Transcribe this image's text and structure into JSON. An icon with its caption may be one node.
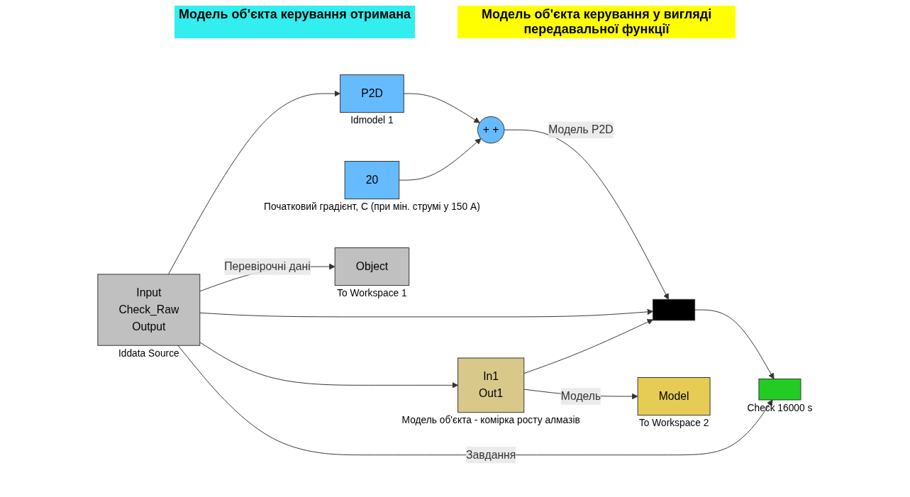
{
  "diagram": {
    "nodes": [
      {
        "text": [
          "Input",
          "Check_Raw",
          "Output"
        ],
        "beside": [
          "Iddata Source"
        ]
      },
      {
        "text": [
          "P2D"
        ],
        "beside": [
          "Idmodel 1"
        ]
      },
      {
        "text": [
          "20"
        ],
        "beside": [
          "Початковий градієнт, С (при мін. струмі у 150 А)"
        ]
      },
      {
        "text": [
          "+ +"
        ]
      },
      {
        "text": [],
        "shape": "bar"
      },
      {
        "text": [],
        "shape": "box",
        "beside": [
          "Check 16000 s"
        ]
      },
      {
        "text": [
          "Object"
        ],
        "beside": [
          "To Workspace 1"
        ]
      },
      {
        "text": [
          "In1",
          "Out1"
        ],
        "beside": [
          "Модель об'єкта - комірка росту алмазів"
        ]
      },
      {
        "text": [
          "Model"
        ],
        "beside": [
          "To Workspace 2"
        ]
      }
    ],
    "edges": [
      {
        "from": 0,
        "to": 1,
        "arrow": "to"
      },
      {
        "from": 1,
        "to": 3,
        "arrow": "to"
      },
      {
        "from": 2,
        "to": 3,
        "arrow": "to"
      },
      {
        "from": 3,
        "to": 4,
        "label": "Модель P2D",
        "arrow": "to"
      },
      {
        "from": 0,
        "to": 4,
        "arrow": "to"
      },
      {
        "from": 7,
        "to": 4,
        "arrow": "to"
      },
      {
        "from": 4,
        "to": 5,
        "arrow": "to"
      },
      {
        "from": 0,
        "to": 5,
        "label": "Завдання",
        "arrow": "to"
      },
      {
        "from": 0,
        "to": 6,
        "label": "Перевірочні дані",
        "arrow": "to"
      },
      {
        "from": 0,
        "to": 7,
        "arrow": "to"
      },
      {
        "from": 7,
        "to": 8,
        "label": "Модель",
        "arrow": "to"
      }
    ],
    "labels": [
      "Модель об'єкта керування отримана",
      "Модель об'єкта керування у вигляді передавальної функції"
    ]
  }
}
